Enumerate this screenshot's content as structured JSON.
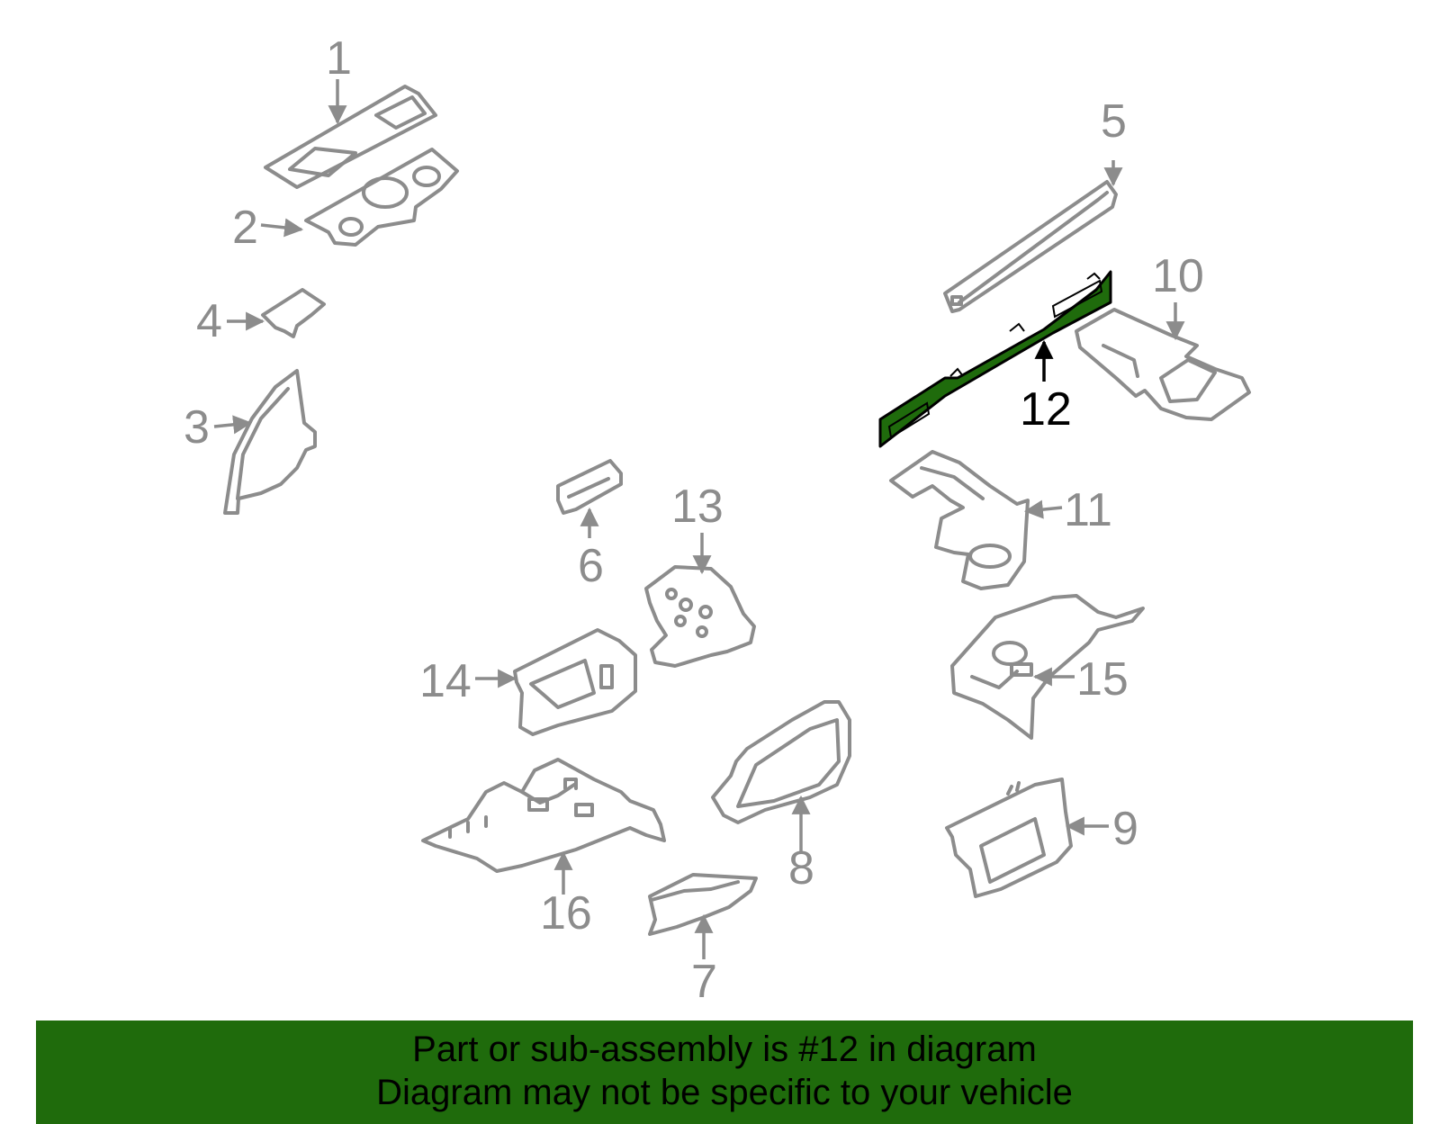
{
  "diagram": {
    "highlight_color": "#1f6b0c",
    "label_color": "#8c8c8c",
    "highlighted_part": "12",
    "callouts": {
      "c1": "1",
      "c2": "2",
      "c3": "3",
      "c4": "4",
      "c5": "5",
      "c6": "6",
      "c7": "7",
      "c8": "8",
      "c9": "9",
      "c10": "10",
      "c11": "11",
      "c12": "12",
      "c13": "13",
      "c14": "14",
      "c15": "15",
      "c16": "16"
    }
  },
  "banner": {
    "line1": "Part or sub-assembly is #12 in diagram",
    "line2": "Diagram may not be specific to your vehicle",
    "color": "#1f6b0c"
  }
}
